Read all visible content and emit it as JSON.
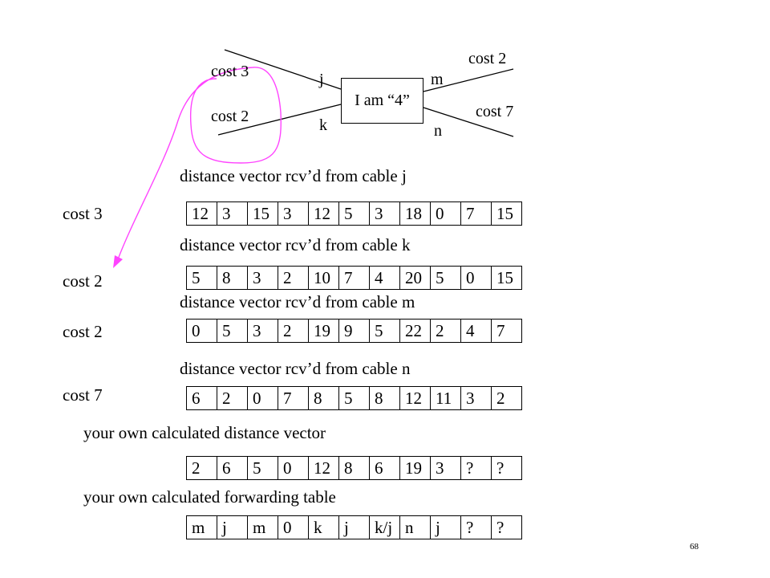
{
  "node": {
    "label": "I am “4”"
  },
  "links": [
    {
      "cable": "j",
      "cost": "cost 3"
    },
    {
      "cable": "k",
      "cost": "cost 2"
    },
    {
      "cable": "m",
      "cost": "cost 2"
    },
    {
      "cable": "n",
      "cost": "cost 7"
    }
  ],
  "vectors": [
    {
      "heading": "distance vector rcv’d from cable j",
      "cost": "cost 3",
      "cells": [
        "12",
        "3",
        "15",
        "3",
        "12",
        "5",
        "3",
        "18",
        "0",
        "7",
        "15"
      ]
    },
    {
      "heading": "distance vector rcv’d from cable k",
      "cost": "cost 2",
      "cells": [
        "5",
        "8",
        "3",
        "2",
        "10",
        "7",
        "4",
        "20",
        "5",
        "0",
        "15"
      ]
    },
    {
      "heading": "distance vector rcv’d from cable m",
      "cost": "cost 2",
      "cells": [
        "0",
        "5",
        "3",
        "2",
        "19",
        "9",
        "5",
        "22",
        "2",
        "4",
        "7"
      ]
    },
    {
      "heading": "distance vector rcv’d from cable n",
      "cost": "cost 7",
      "cells": [
        "6",
        "2",
        "0",
        "7",
        "8",
        "5",
        "8",
        "12",
        "11",
        "3",
        "2"
      ]
    }
  ],
  "own_vector": {
    "heading": "your own calculated distance vector",
    "cells": [
      "2",
      "6",
      "5",
      "0",
      "12",
      "8",
      "6",
      "19",
      "3",
      "?",
      "?"
    ]
  },
  "forwarding": {
    "heading": "your own calculated forwarding table",
    "cells": [
      "m",
      "j",
      "m",
      "0",
      "k",
      "j",
      "k/j",
      "n",
      "j",
      "?",
      "?"
    ]
  },
  "annotation_color": "#ff44ff",
  "page_number": "68"
}
